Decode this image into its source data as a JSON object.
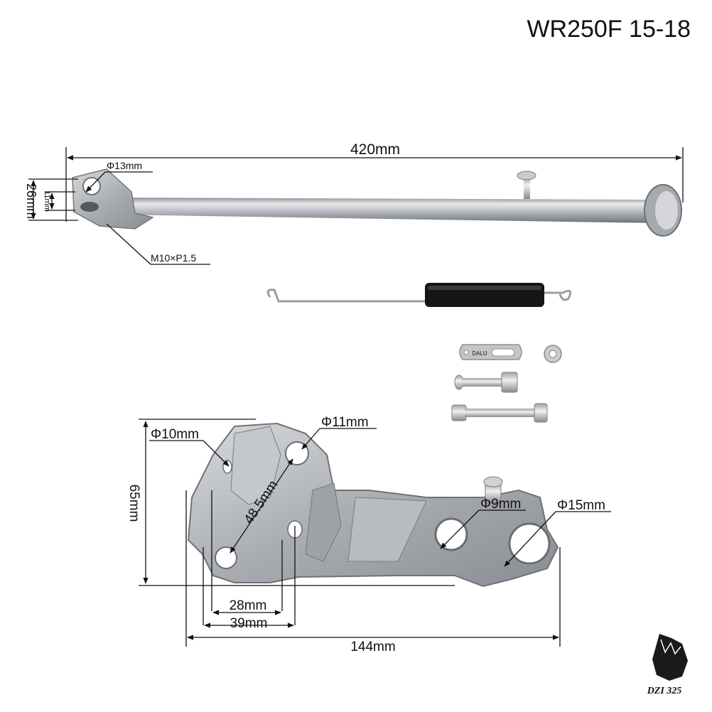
{
  "title": "WR250F 15-18",
  "kickstand": {
    "length": "420mm",
    "bore": "Φ13mm",
    "height": "26mm",
    "inner": "11mm",
    "thread": "M10×P1.5"
  },
  "bracket": {
    "hole_left": "Φ10mm",
    "hole_top": "Φ11mm",
    "hole_mid": "Φ9mm",
    "hole_right": "Φ15mm",
    "height": "65mm",
    "diagonal": "48.5mm",
    "spacing_a": "28mm",
    "spacing_b": "39mm",
    "width": "144mm"
  },
  "hardware": {
    "plate_text": "DALU"
  },
  "watermark": "DZI 325",
  "colors": {
    "metal": "#b9bcc2",
    "metal_dark": "#7d8087",
    "spring_sleeve": "#151515",
    "dim_line": "#111111"
  }
}
